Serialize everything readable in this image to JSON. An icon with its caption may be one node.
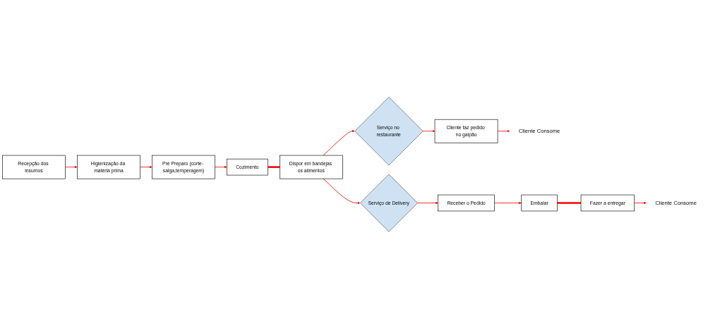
{
  "diagram": {
    "nodes": [
      {
        "text": [
          "Recepção dos insumos"
        ]
      },
      {
        "text": [
          "Higienização da matéria prima"
        ]
      },
      {
        "text": [
          "Pré Preparo (corte- salga,temperagem)"
        ]
      },
      {
        "text": [
          "Cozimento"
        ]
      },
      {
        "text": [
          "Dispor em bandejas os alimentos"
        ]
      },
      {
        "text": [
          "Serviço no restaurante"
        ]
      },
      {
        "text": [
          "Cliente faz pedido no galpão"
        ]
      },
      {
        "text": [
          "Cliente Consome"
        ]
      },
      {
        "text": [
          "Serviço de Delivery"
        ]
      },
      {
        "text": [
          "Receber o Pedido"
        ]
      },
      {
        "text": [
          "Embalar"
        ]
      },
      {
        "text": [
          "Fazer a entregar"
        ]
      },
      {
        "text": [
          "Cliente Consome"
        ]
      }
    ],
    "edges": [
      {
        "from": 0,
        "to": 1,
        "arrow": "to"
      },
      {
        "from": 1,
        "to": 2,
        "arrow": "to"
      },
      {
        "from": 2,
        "to": 3,
        "arrow": "to"
      },
      {
        "from": 3,
        "to": 4,
        "arrow": "none",
        "style": "thick"
      },
      {
        "from": 4,
        "to": 5,
        "arrow": "to"
      },
      {
        "from": 4,
        "to": 8,
        "arrow": "to"
      },
      {
        "from": 5,
        "to": 6,
        "arrow": "to"
      },
      {
        "from": 6,
        "to": 7,
        "arrow": "to"
      },
      {
        "from": 8,
        "to": 9,
        "arrow": "to"
      },
      {
        "from": 9,
        "to": 10,
        "arrow": "to"
      },
      {
        "from": 10,
        "to": 11,
        "arrow": "none",
        "style": "thick"
      },
      {
        "from": 11,
        "to": 12,
        "arrow": "to"
      }
    ]
  }
}
